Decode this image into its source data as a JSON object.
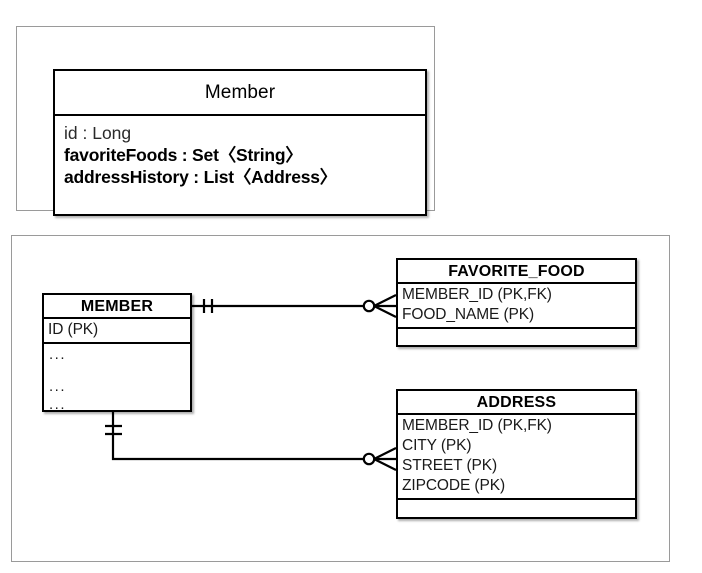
{
  "uml": {
    "class_name": "Member",
    "attributes": [
      {
        "text": "id : Long",
        "weight": "light"
      },
      {
        "text": "favoriteFoods : Set〈String〉",
        "weight": "bold"
      },
      {
        "text": "addressHistory : List〈Address〉",
        "weight": "bold"
      }
    ]
  },
  "er": {
    "tables": [
      {
        "name": "MEMBER",
        "columns": [
          "ID (PK)"
        ],
        "body_rows": [
          "...",
          "...",
          "..."
        ],
        "has_empty_footer": false
      },
      {
        "name": "FAVORITE_FOOD",
        "columns": [
          "MEMBER_ID (PK,FK)",
          "FOOD_NAME (PK)"
        ],
        "has_empty_footer": true
      },
      {
        "name": "ADDRESS",
        "columns": [
          "MEMBER_ID (PK,FK)",
          "CITY (PK)",
          "STREET (PK)",
          "ZIPCODE (PK)"
        ],
        "has_empty_footer": true
      }
    ],
    "relationships": [
      {
        "from": "MEMBER",
        "to": "FAVORITE_FOOD",
        "from_cardinality": "one-and-only-one",
        "to_cardinality": "zero-or-many"
      },
      {
        "from": "MEMBER",
        "to": "ADDRESS",
        "from_cardinality": "one-and-only-one",
        "to_cardinality": "zero-or-many"
      }
    ]
  },
  "colors": {
    "stroke": "#000000",
    "panel_border": "#9a9a9a",
    "background": "#ffffff",
    "column_text": "#1a1a1a"
  }
}
